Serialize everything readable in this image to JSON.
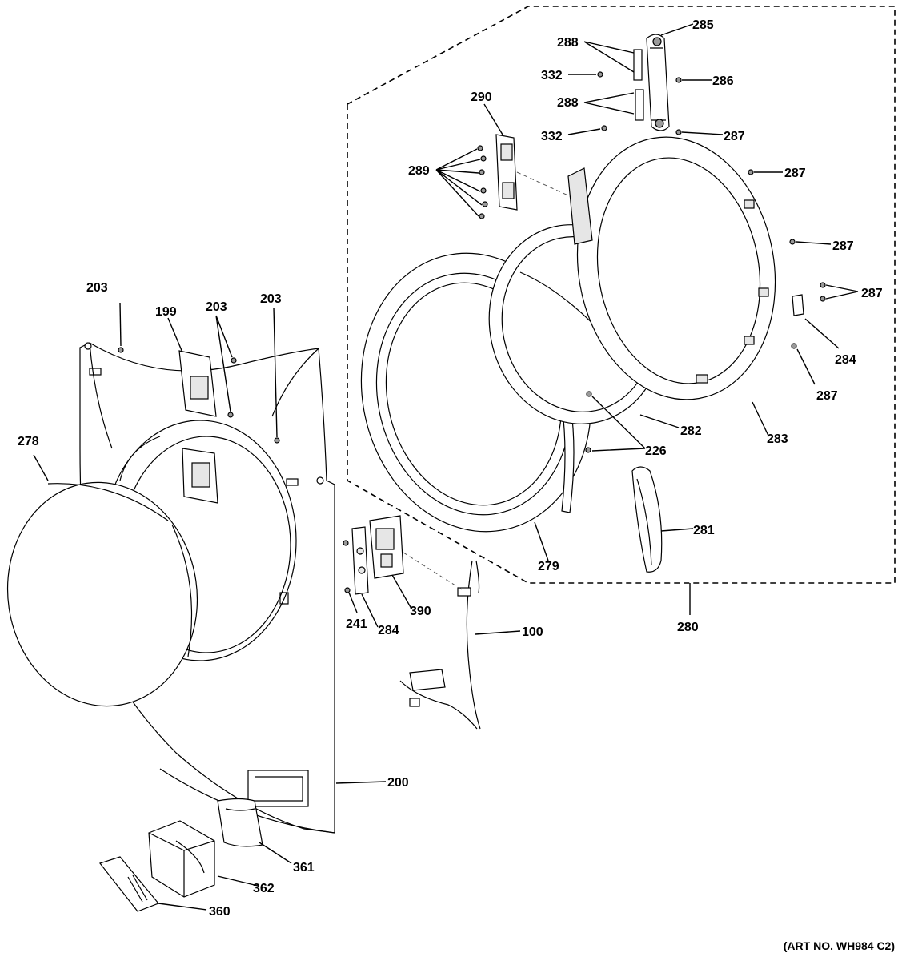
{
  "art_number": "(ART NO. WH984 C2)",
  "callouts": [
    {
      "id": "l285",
      "text": "285"
    },
    {
      "id": "l288a",
      "text": "288"
    },
    {
      "id": "l332a",
      "text": "332"
    },
    {
      "id": "l286",
      "text": "286"
    },
    {
      "id": "l288b",
      "text": "288"
    },
    {
      "id": "l290",
      "text": "290"
    },
    {
      "id": "l332b",
      "text": "332"
    },
    {
      "id": "l287a",
      "text": "287"
    },
    {
      "id": "l289",
      "text": "289"
    },
    {
      "id": "l287b",
      "text": "287"
    },
    {
      "id": "l287c",
      "text": "287"
    },
    {
      "id": "l287d",
      "text": "287"
    },
    {
      "id": "l203a",
      "text": "203"
    },
    {
      "id": "l199",
      "text": "199"
    },
    {
      "id": "l203b",
      "text": "203"
    },
    {
      "id": "l203c",
      "text": "203"
    },
    {
      "id": "l284a",
      "text": "284"
    },
    {
      "id": "l287e",
      "text": "287"
    },
    {
      "id": "l282",
      "text": "282"
    },
    {
      "id": "l283",
      "text": "283"
    },
    {
      "id": "l278",
      "text": "278"
    },
    {
      "id": "l226",
      "text": "226"
    },
    {
      "id": "l281",
      "text": "281"
    },
    {
      "id": "l279",
      "text": "279"
    },
    {
      "id": "l390",
      "text": "390"
    },
    {
      "id": "l284b",
      "text": "284"
    },
    {
      "id": "l100",
      "text": "100"
    },
    {
      "id": "l241",
      "text": "241"
    },
    {
      "id": "l280",
      "text": "280"
    },
    {
      "id": "l200",
      "text": "200"
    },
    {
      "id": "l361",
      "text": "361"
    },
    {
      "id": "l362",
      "text": "362"
    },
    {
      "id": "l360",
      "text": "360"
    }
  ]
}
